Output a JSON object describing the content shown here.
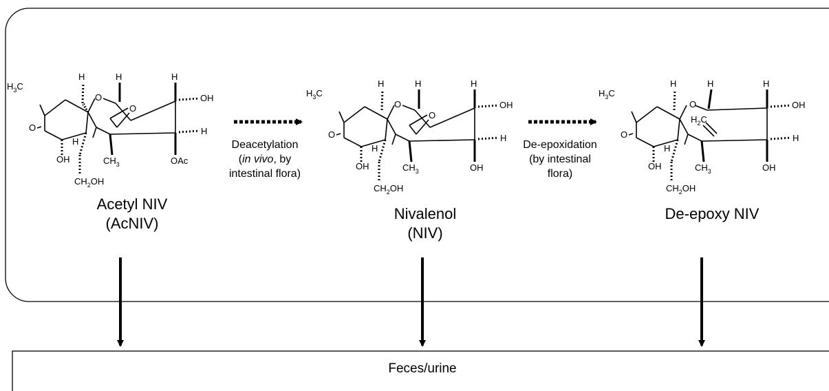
{
  "compounds": [
    {
      "name": "Acetyl NIV",
      "abbr": "(AcNIV)",
      "atoms": {
        "ch3_h": "H",
        "ch3_sub": "3",
        "ch3_c": "C",
        "h1": "H",
        "h2": "H",
        "h3": "H",
        "h4": "H",
        "h5": "H",
        "o_ring": "O",
        "o_epox": "O",
        "o_ketone": "O",
        "oh1": "OH",
        "oh2": "OH",
        "ch3": "CH",
        "ch3s": "3",
        "ch2oh_a": "CH",
        "ch2oh_s": "2",
        "ch2oh_b": "OH",
        "oac": "OAc"
      }
    },
    {
      "name": "Nivalenol",
      "abbr": "(NIV)",
      "atoms": {
        "ch3_h": "H",
        "ch3_sub": "3",
        "ch3_c": "C",
        "h1": "H",
        "h2": "H",
        "h3": "H",
        "h4": "H",
        "h5": "H",
        "o_ring": "O",
        "o_epox": "O",
        "o_ketone": "O",
        "oh1": "OH",
        "oh2": "OH",
        "oh3": "OH",
        "ch3": "CH",
        "ch3s": "3",
        "ch2oh_a": "CH",
        "ch2oh_s": "2",
        "ch2oh_b": "OH"
      }
    },
    {
      "name": "De-epoxy NIV",
      "atoms": {
        "ch3_h": "H",
        "ch3_sub": "3",
        "ch3_c": "C",
        "h1": "H",
        "h2": "H",
        "h3": "H",
        "h4": "H",
        "h5": "H",
        "o_ring": "O",
        "o_ketone": "O",
        "oh1": "OH",
        "oh2": "OH",
        "oh3": "OH",
        "ch3": "CH",
        "ch3s": "3",
        "ch2oh_a": "CH",
        "ch2oh_s": "2",
        "ch2oh_b": "OH",
        "h2c_h": "H",
        "h2c_s": "2",
        "h2c_c": "C"
      }
    }
  ],
  "processes": [
    {
      "line1": "Deacetylation",
      "line2_italic": "in vivo",
      "line2_rest": ", by",
      "line2_open": "(",
      "line3": "intestinal flora)"
    },
    {
      "line1": "De-epoxidation",
      "line2": "(by intestinal",
      "line3": "flora)"
    }
  ],
  "output": {
    "label": "Feces/urine"
  },
  "colors": {
    "stroke": "#000000",
    "background": "#ffffff"
  }
}
